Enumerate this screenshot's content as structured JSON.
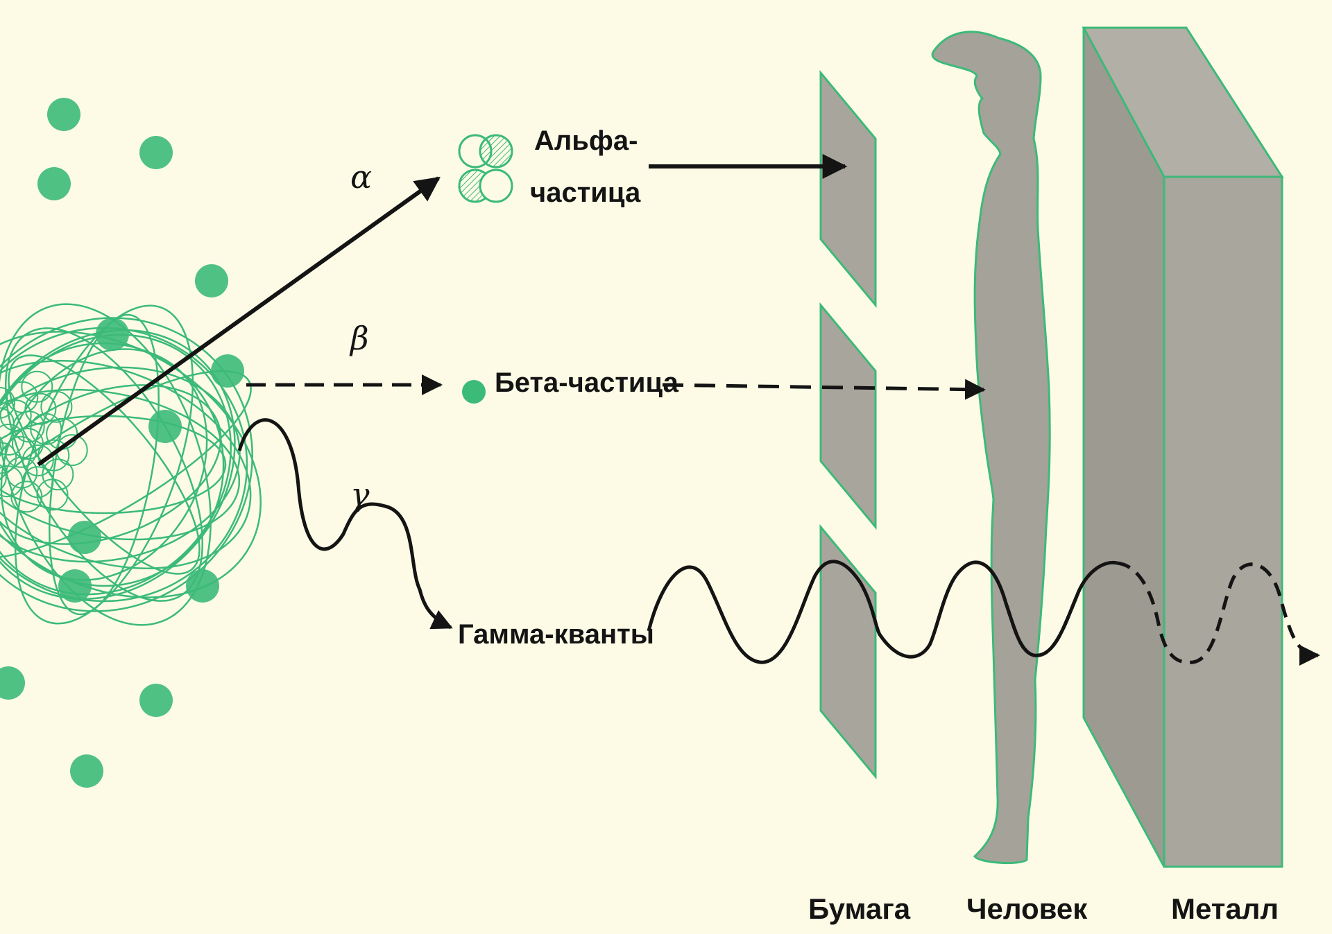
{
  "rays": {
    "alpha": {
      "symbol": "α",
      "name_line1": "Альфа-",
      "name_line2": "частица"
    },
    "beta": {
      "symbol": "β",
      "name": "Бета-частица"
    },
    "gamma": {
      "symbol": "γ",
      "name": "Гамма-кванты"
    }
  },
  "barriers": {
    "paper": "Бумага",
    "human": "Человек",
    "metal": "Металл"
  },
  "colors": {
    "background": "#fdfbe6",
    "green": "#3cba78",
    "gray": "#a5a29a",
    "ink": "#141414"
  }
}
